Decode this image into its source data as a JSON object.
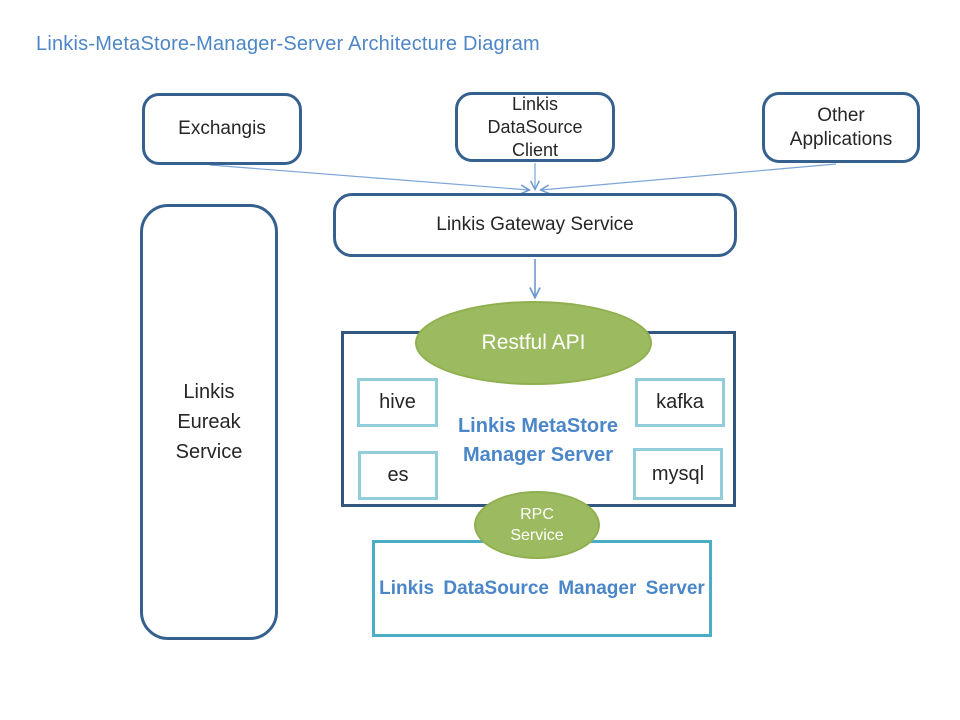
{
  "title": "Linkis-MetaStore-Manager-Server Architecture Diagram",
  "colors": {
    "title_text": "#4e86c6",
    "rounded_box_border": "#36618f",
    "metastore_border": "#33567f",
    "component_border": "#92cddc",
    "datasource_manager_border": "#4bacc6",
    "ellipse_fill": "#9cba5f",
    "accent_text": "#4a86c8",
    "connector": "#6f9bd1",
    "label_text": "#262626"
  },
  "nodes": {
    "exchangis": {
      "label": "Exchangis"
    },
    "datasource_client": {
      "lines": [
        "Linkis",
        "DataSource",
        "Client"
      ]
    },
    "other_applications": {
      "lines": [
        "Other",
        "Applications"
      ]
    },
    "gateway": {
      "label": "Linkis Gateway Service"
    },
    "eureka": {
      "lines": [
        "Linkis",
        "Eureak",
        "Service"
      ]
    },
    "restful_api": {
      "label": "Restful API"
    },
    "metastore": {
      "title_lines": [
        "Linkis MetaStore",
        "Manager Server"
      ],
      "components": [
        "hive",
        "kafka",
        "es",
        "mysql"
      ]
    },
    "rpc": {
      "lines": [
        "RPC",
        "Service"
      ]
    },
    "datasource_manager": {
      "label": "Linkis DataSource Manager Server"
    }
  }
}
